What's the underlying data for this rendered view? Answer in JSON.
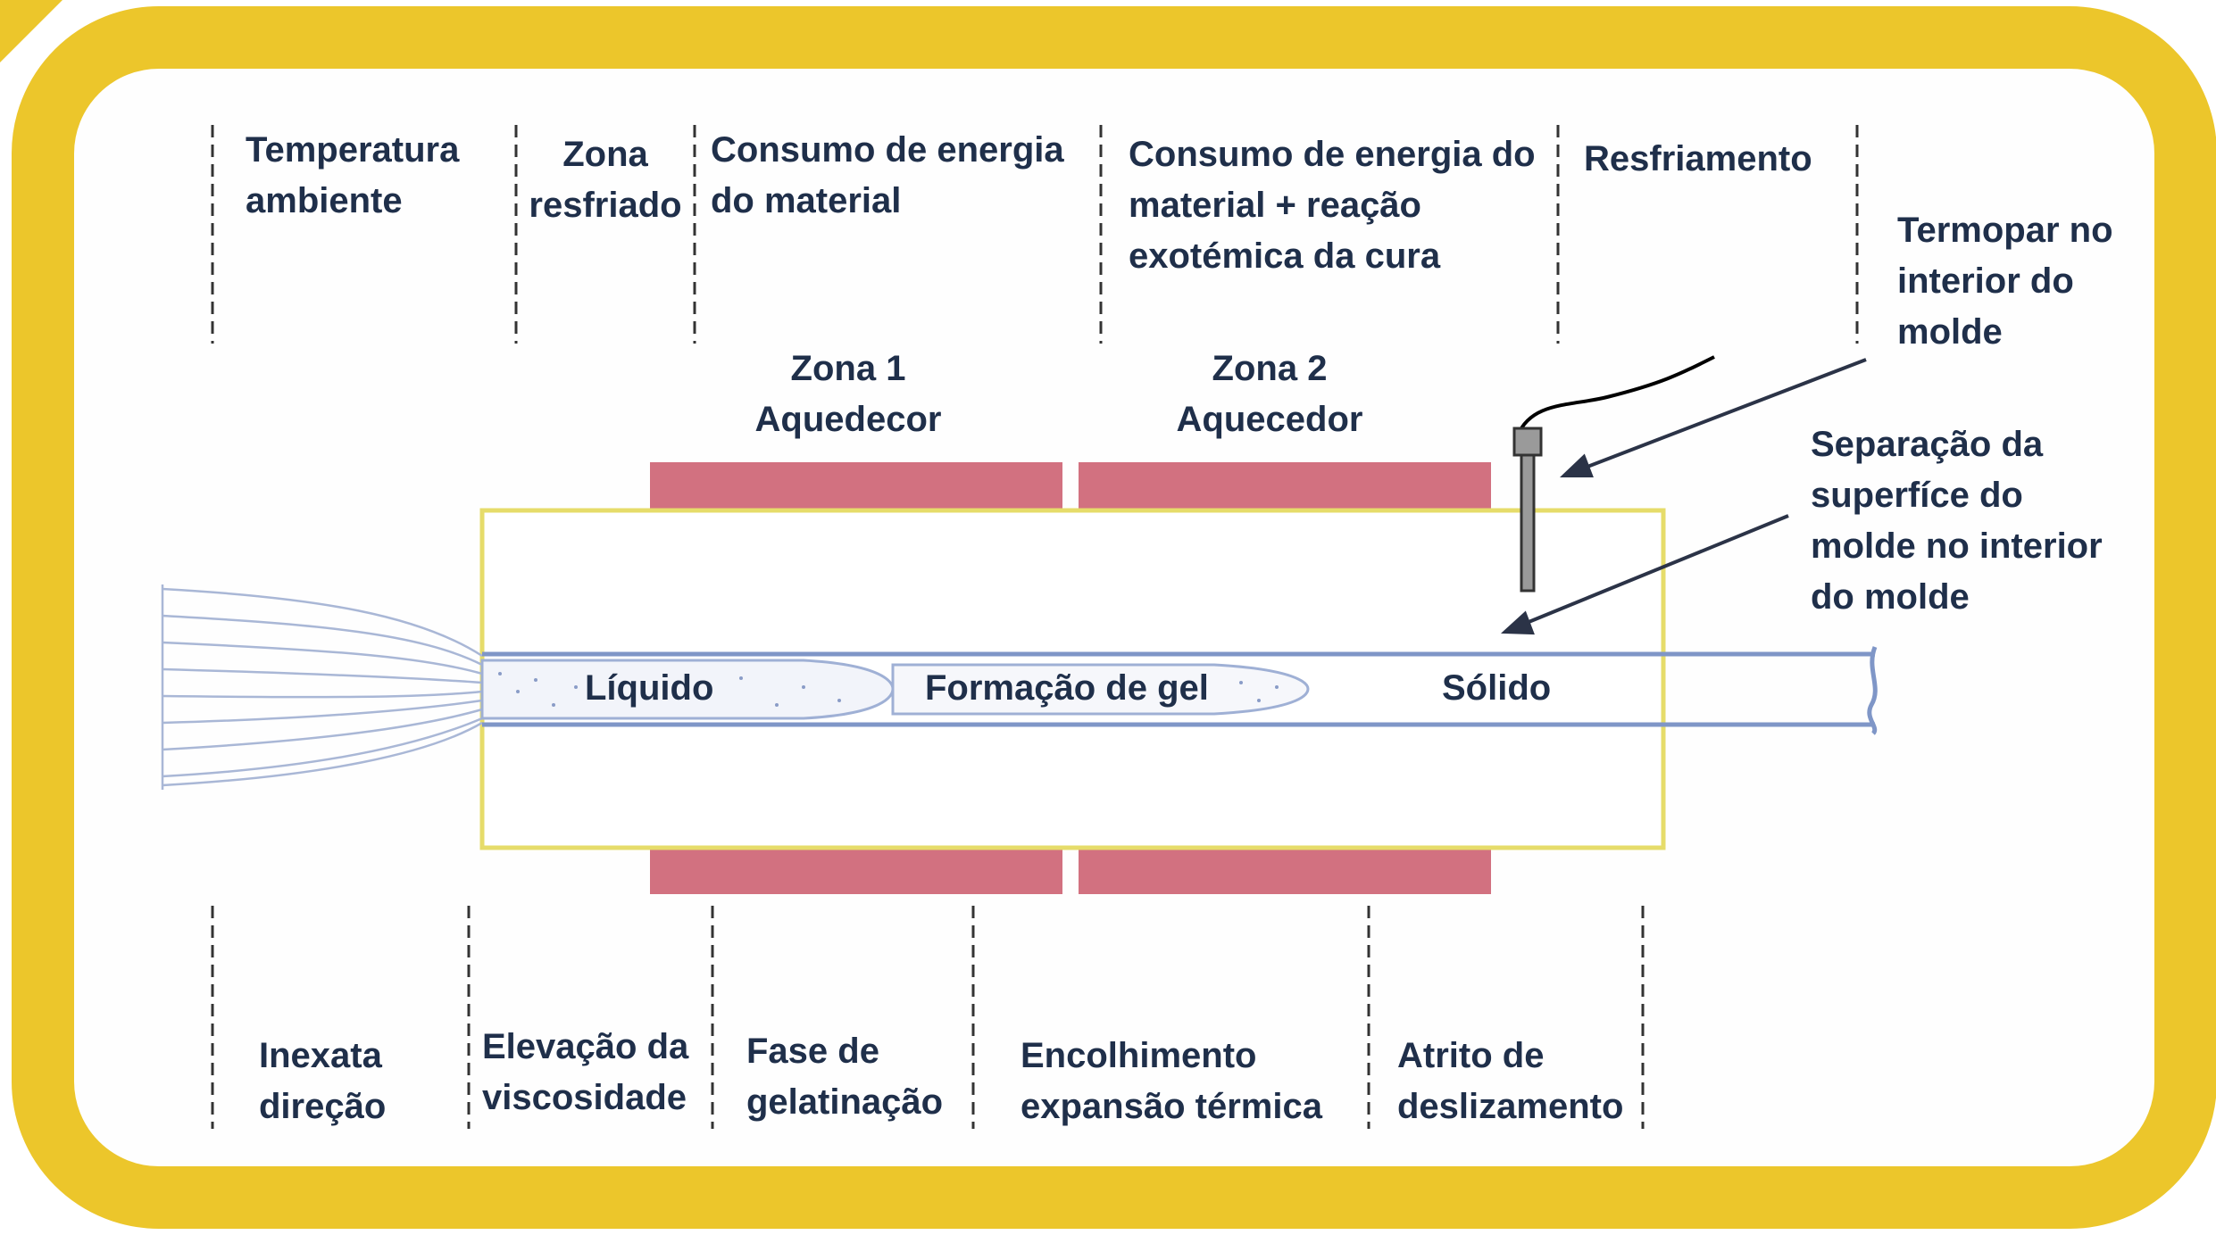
{
  "top_zones": [
    "Temperatura\nambiente",
    "Zona\nresfriado",
    "Consumo de energia\ndo material",
    "Consumo de energia do\nmaterial + reação\nexotémica da cura",
    "Resfriamento"
  ],
  "heaters": [
    "Zona 1\nAquedecor",
    "Zona 2\nAquecedor"
  ],
  "annotations": {
    "thermocouple": "Termopar no\ninterior do\nmolde",
    "separation": "Separação da\nsuperfíce do\nmolde no interior\ndo molde"
  },
  "phases": [
    "Líquido",
    "Formação de gel",
    "Sólido"
  ],
  "bottom_effects": [
    "Inexata\ndireção",
    "Elevação da\nviscosidade",
    "Fase de\ngelatinação",
    "Encolhimento\nexpansão térmica",
    "Atrito de\ndeslizamento"
  ],
  "colors": {
    "frame": "#ecc62b",
    "heater": "#d27180",
    "mold": "#e6dc6a",
    "profile": "#7f96c7",
    "text": "#1f2f4a"
  }
}
